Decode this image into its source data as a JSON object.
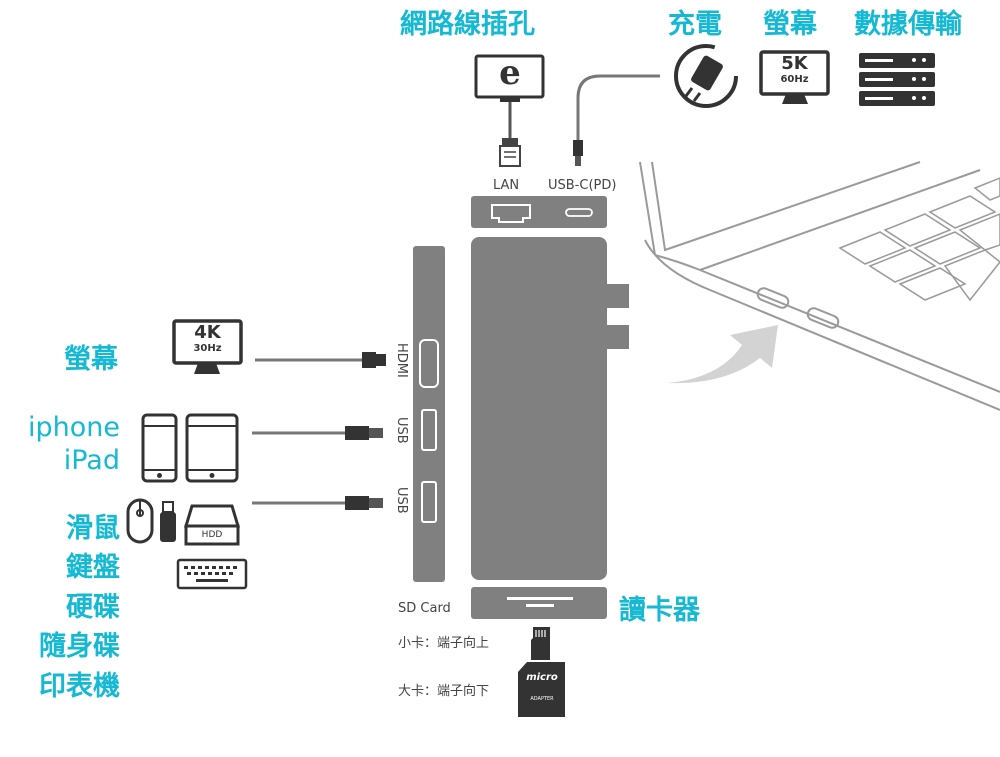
{
  "top_labels": {
    "lan_port": "網路線插孔",
    "charging": "充電",
    "monitor": "螢幕",
    "data_transfer": "數據傳輸"
  },
  "left_labels": {
    "monitor": "螢幕",
    "iphone": "iphone",
    "ipad": "iPad",
    "mouse": "滑鼠",
    "keyboard": "鍵盤",
    "hard_disk": "硬碟",
    "flash_drive": "隨身碟",
    "printer": "印表機"
  },
  "card_reader_label": "讀卡器",
  "ports": {
    "lan": "LAN",
    "usbc": "USB-C(PD)",
    "hdmi": "HDMI",
    "usb1": "USB",
    "usb2": "USB",
    "sd": "SD Card"
  },
  "card_notes": {
    "small_card": "小卡：端子向上",
    "large_card": "大卡：端子向下"
  },
  "icons": {
    "monitor_5k_res": "5K",
    "monitor_5k_hz": "60Hz",
    "monitor_4k_res": "4K",
    "monitor_4k_hz": "30Hz",
    "hdd_text": "HDD",
    "lan_logo": "e",
    "microsd_logo": "micro",
    "microsd_adapter": "ADAPTER"
  },
  "colors": {
    "accent": "#15b9d3",
    "hub": "#808080",
    "line": "#777777"
  }
}
